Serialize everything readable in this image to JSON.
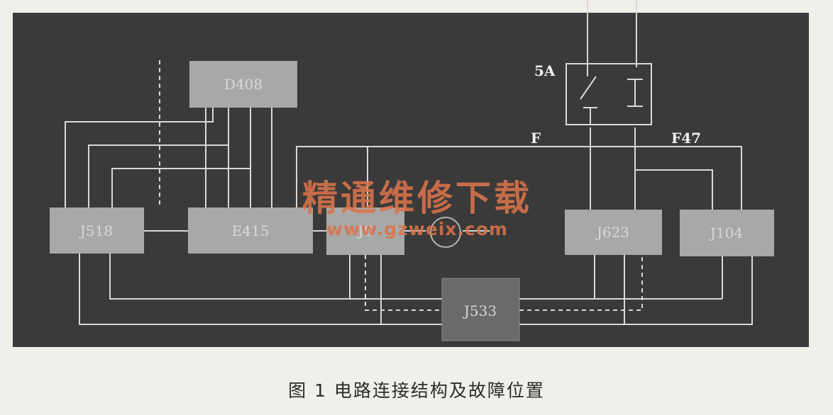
{
  "diagram": {
    "blocks": [
      {
        "id": "d408",
        "label": "D408"
      },
      {
        "id": "j518",
        "label": "J518"
      },
      {
        "id": "e415",
        "label": "E415"
      },
      {
        "id": "j6",
        "label": "J6"
      },
      {
        "id": "j623",
        "label": "J623"
      },
      {
        "id": "j104",
        "label": "J104"
      },
      {
        "id": "j533",
        "label": "J533"
      }
    ],
    "labels": {
      "fuse_5a": "5A",
      "node_f": "F",
      "node_f47": "F47"
    }
  },
  "watermark": {
    "text": "精通维修下载",
    "url": "www.gzweix.com"
  },
  "caption": "图 1  电路连接结构及故障位置",
  "colors": {
    "panel": "#3a3a3a",
    "block": "#a8a8a8",
    "gateway": "#6a6a6a",
    "wire": "#d8d8d8",
    "watermark": "#d9744a"
  }
}
